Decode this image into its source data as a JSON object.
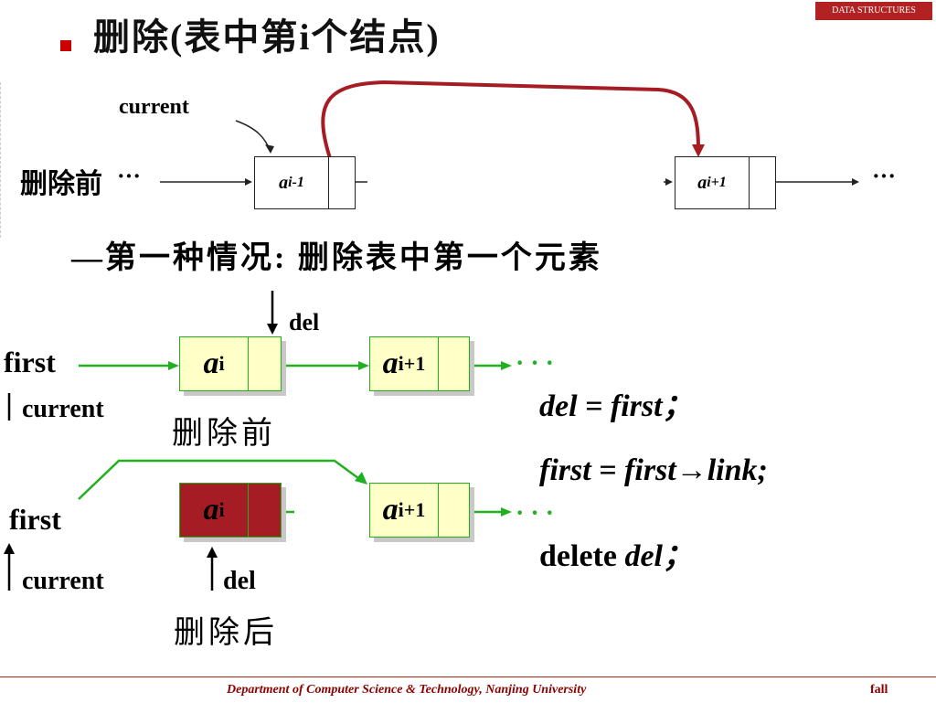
{
  "header_tag": "DATA STRUCTURES",
  "title": "删除(表中第i个结点)",
  "top_diagram": {
    "current_label": "current",
    "state_label": "删除前",
    "ellipsis_left": "···",
    "ellipsis_right": "···",
    "node_prev": "a",
    "node_prev_sub": "i-1",
    "node_next": "a",
    "node_next_sub": "i+1"
  },
  "subtitle": "—第一种情况: 删除表中第一个元素",
  "before": {
    "del_label": "del",
    "first_label": "first",
    "current_label": "current",
    "state_label": "删除前",
    "node1": "a",
    "node1_sub": "i",
    "node2": "a",
    "node2_sub": "i+1",
    "ellipsis": "· · ·"
  },
  "after": {
    "first_label": "first",
    "current_label": "current",
    "del_label": "del",
    "state_label": "删除后",
    "node1": "a",
    "node1_sub": "i",
    "node2": "a",
    "node2_sub": "i+1",
    "ellipsis": "· · ·"
  },
  "code": {
    "line1": "del = first；",
    "line2": "first = first→link;",
    "line3_kw": "delete ",
    "line3_var": "del；"
  },
  "footer": {
    "dept": "Department of Computer Science & Technology,  Nanjing University",
    "term": "fall"
  },
  "colors": {
    "accent": "#b22222",
    "node_fill": "#ffffc8",
    "deleted_fill": "#a51c24",
    "green": "#20b020"
  }
}
